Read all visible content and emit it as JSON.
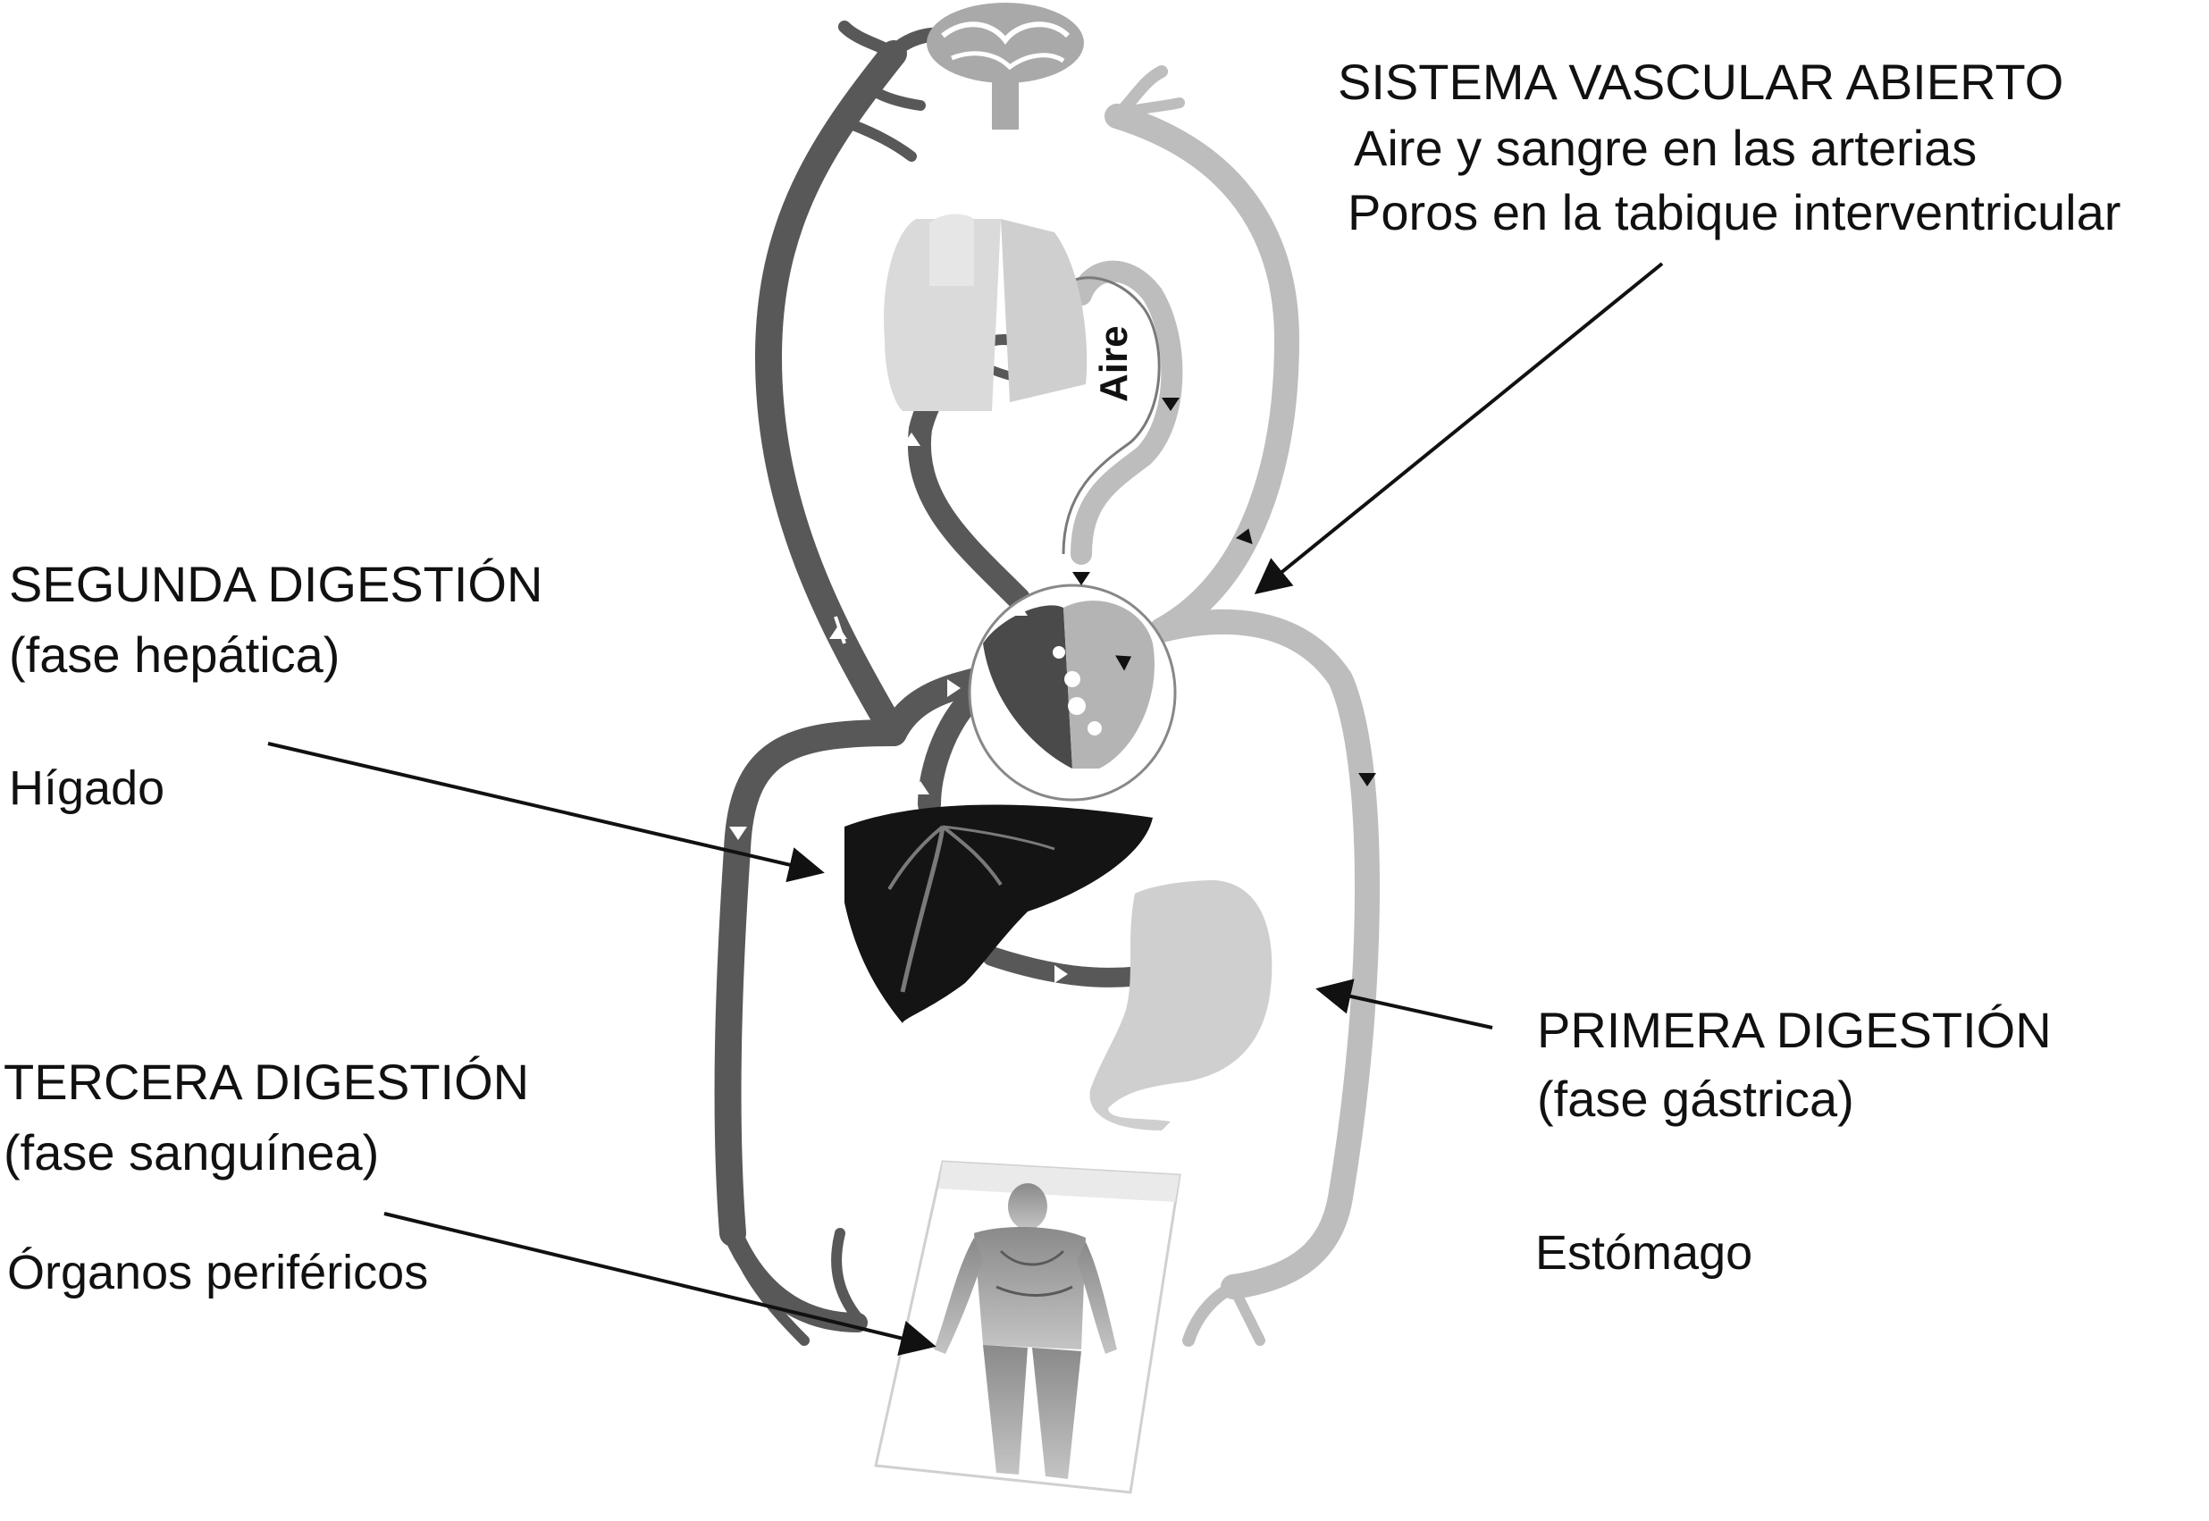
{
  "labels": {
    "open_system": {
      "title": "SISTEMA VASCULAR ABIERTO",
      "line1": "Aire y sangre en las arterias",
      "line2": "Poros en la tabique interventricular"
    },
    "second": {
      "title": "SEGUNDA DIGESTIÓN",
      "phase": "(fase hepática)",
      "organ": "Hígado"
    },
    "third": {
      "title": "TERCERA DIGESTIÓN",
      "phase": "(fase sanguínea)",
      "organ": "Órganos periféricos"
    },
    "first": {
      "title": "PRIMERA DIGESTIÓN",
      "phase": "(fase gástrica)",
      "organ": "Estómago"
    },
    "air": "Aire"
  },
  "colors": {
    "vein": "#585858",
    "artery": "#bdbdbd",
    "liver": "#141414",
    "heart_left": "#4a4a4a",
    "heart_right": "#b4b4b4",
    "stomach": "#cfcfcf",
    "lungs": "#d6d6d6",
    "brain": "#a9a9a9",
    "pointer": "#111111"
  }
}
